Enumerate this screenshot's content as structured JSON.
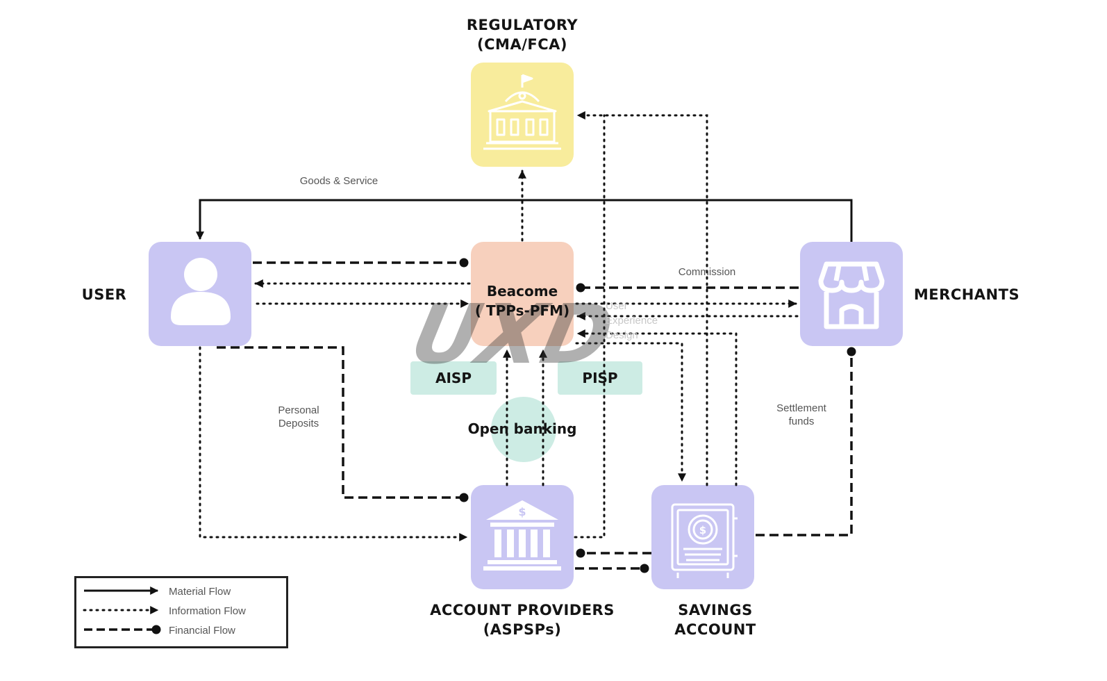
{
  "nodes": {
    "regulatory": {
      "title_line1": "REGULATORY",
      "title_line2": "(CMA/FCA)",
      "color": "#f8ec9c",
      "icon": "government-building-icon"
    },
    "user": {
      "title": "USER",
      "color": "#c9c6f3",
      "icon": "user-icon"
    },
    "beacome": {
      "title_line1": "Beacome",
      "title_line2": "( TPPs-PFM)",
      "color": "#f7d0bd"
    },
    "merchants": {
      "title": "MERCHANTS",
      "color": "#c9c6f3",
      "icon": "storefront-icon"
    },
    "aisp": {
      "title": "AISP",
      "color": "#cdece4"
    },
    "pisp": {
      "title": "PISP",
      "color": "#cdece4"
    },
    "open_banking": {
      "title": "Open banking",
      "color": "#cdece4"
    },
    "account_providers": {
      "title_line1": "ACCOUNT PROVIDERS",
      "title_line2": "(ASPSPs)",
      "color": "#c9c6f3",
      "icon": "bank-icon"
    },
    "savings": {
      "title_line1": "SAVINGS",
      "title_line2": "ACCOUNT",
      "color": "#c9c6f3",
      "icon": "safe-icon"
    }
  },
  "flow_labels": {
    "goods_service": "Goods & Service",
    "commission": "Commission",
    "ux_line1": "User",
    "ux_line2": "Experience",
    "ux_line3": "Design",
    "personal_line1": "Personal",
    "personal_line2": "Deposits",
    "settlement_line1": "Settlement",
    "settlement_line2": "funds"
  },
  "watermark": "UXD",
  "legend": {
    "material": "Material Flow",
    "information": "Information Flow",
    "financial": "Financial Flow"
  }
}
